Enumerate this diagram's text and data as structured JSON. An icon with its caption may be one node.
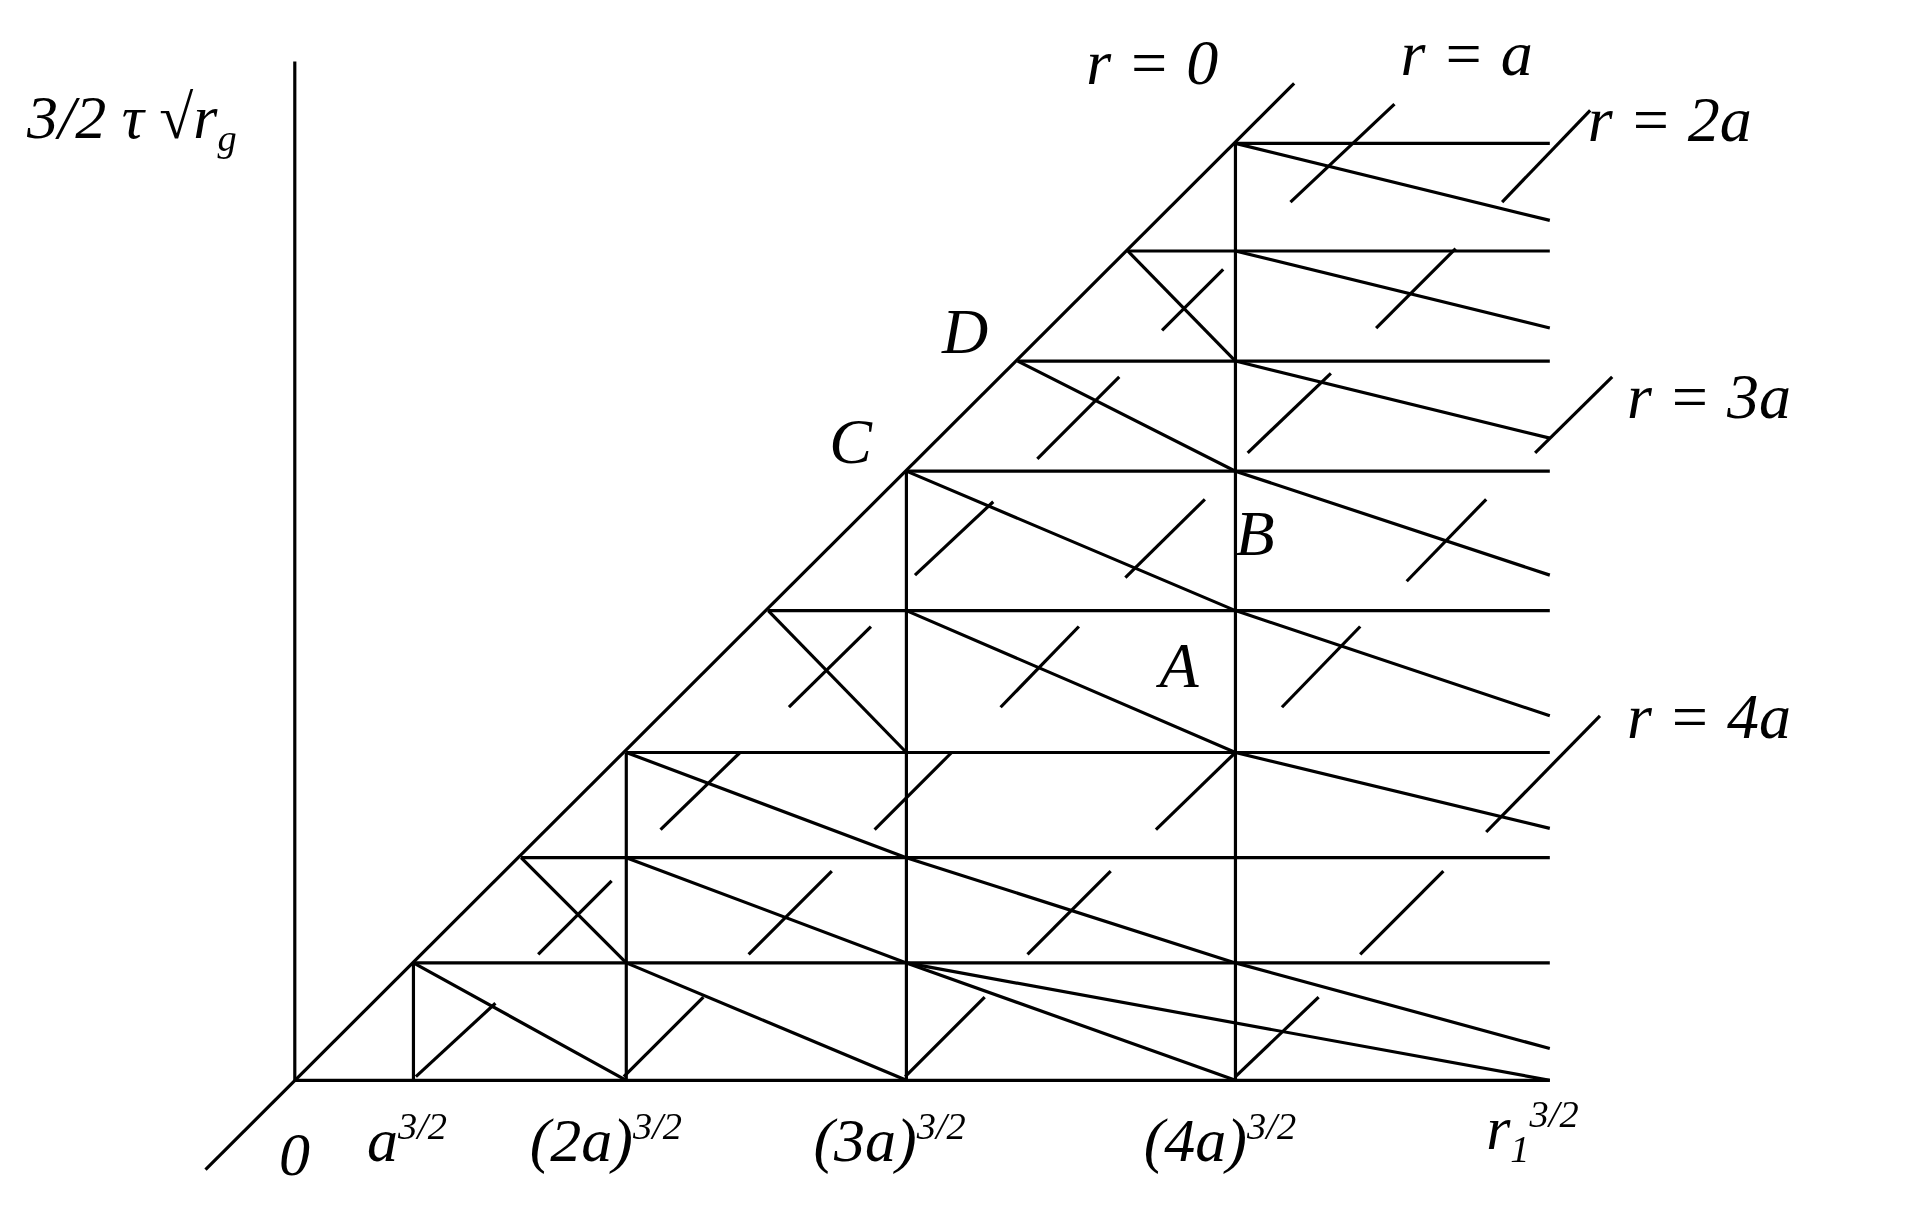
{
  "diagram": {
    "labels": [
      "3/2 τ √r$_{g}$",
      "r = 0",
      "r = a",
      "r = 2a",
      "D",
      "r = 3a",
      "C",
      "B",
      "A",
      "r = 4a",
      "0",
      "a$^{3/2}$",
      "(2a)$^{3/2}$",
      "(3a)$^{3/2}$",
      "(4a)$^{3/2}$",
      "r$_{1}$$^{3/2}$"
    ]
  }
}
